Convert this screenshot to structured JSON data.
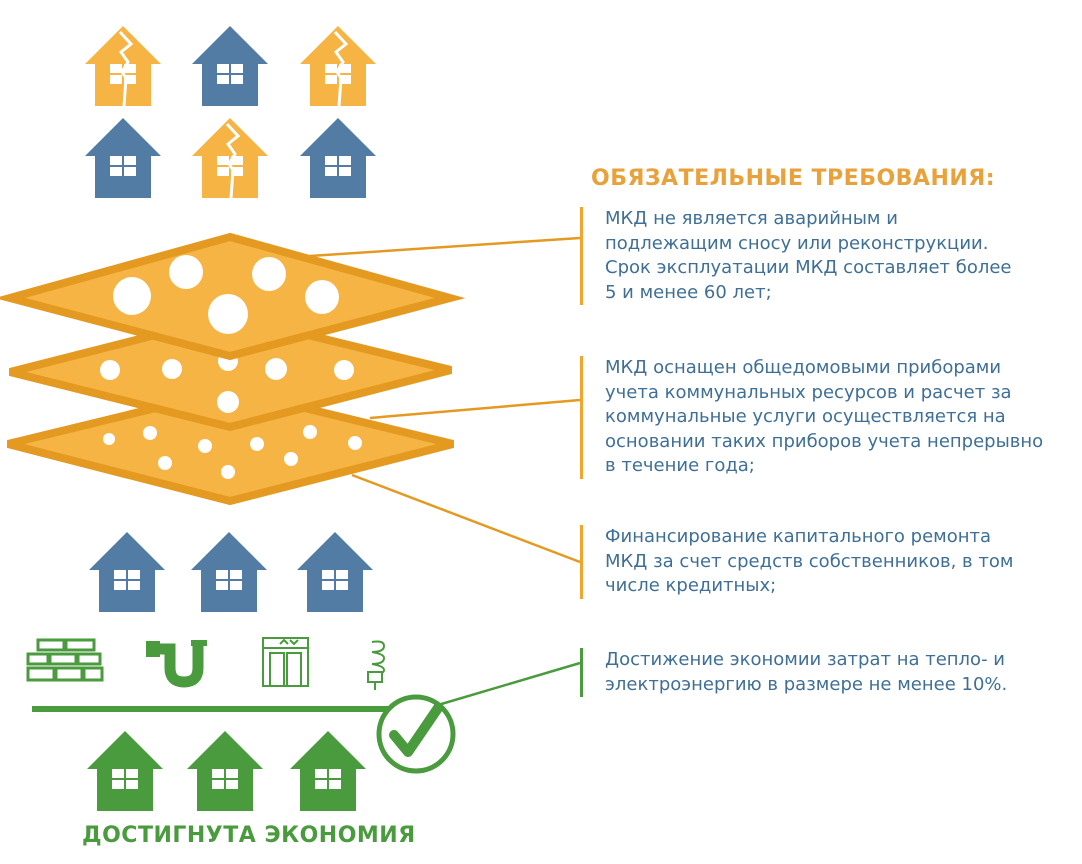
{
  "colors": {
    "orange": "#f6b445",
    "orange_dark": "#e49a20",
    "blue": "#527ca4",
    "green": "#4a9a3e",
    "text_blue": "#3f6f97"
  },
  "heading": "ОБЯЗАТЕЛЬНЫЕ ТРЕБОВАНИЯ:",
  "requirements": [
    {
      "lines": [
        "МКД не является аварийным и",
        "подлежащим сносу или реконструкции.",
        "Срок эксплуатации МКД составляет более",
        "5 и менее 60 лет;"
      ]
    },
    {
      "lines": [
        "МКД оснащен общедомовыми приборами",
        "учета коммунальных ресурсов и расчет за",
        "коммунальные услуги осуществляется на",
        "основании таких приборов учета непрерывно",
        "в течение года;"
      ]
    },
    {
      "lines": [
        "Финансирование капитального ремонта",
        "МКД за счет средств собственников, в том",
        "числе кредитных;"
      ]
    },
    {
      "lines": [
        "Достижение экономии затрат на тепло- и",
        "электроэнергию в размере не менее 10%."
      ]
    }
  ],
  "footer": "ДОСТИГНУТА ЭКОНОМИЯ",
  "icons": [
    "cracked-house-icon",
    "house-icon",
    "cheese-layers-icon",
    "brick-wall-icon",
    "pipe-icon",
    "elevator-icon",
    "energy-saving-bulb-icon",
    "checkmark-icon"
  ]
}
